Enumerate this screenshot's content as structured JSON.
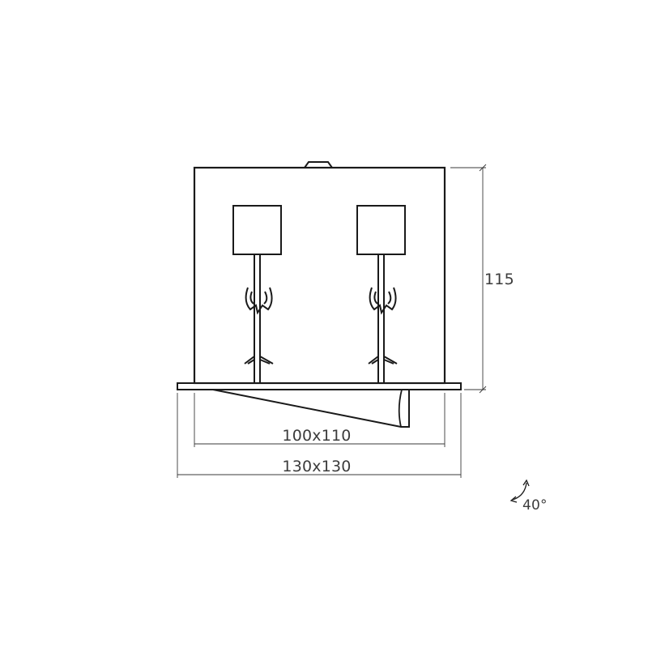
{
  "dimensions": {
    "height": "115",
    "inner_size": "100x110",
    "outer_size": "130x130",
    "tilt_angle": "40°"
  },
  "colors": {
    "stroke": "#1a1a1a",
    "dimension_line": "#3a3a3a",
    "text": "#3c3c3c"
  }
}
